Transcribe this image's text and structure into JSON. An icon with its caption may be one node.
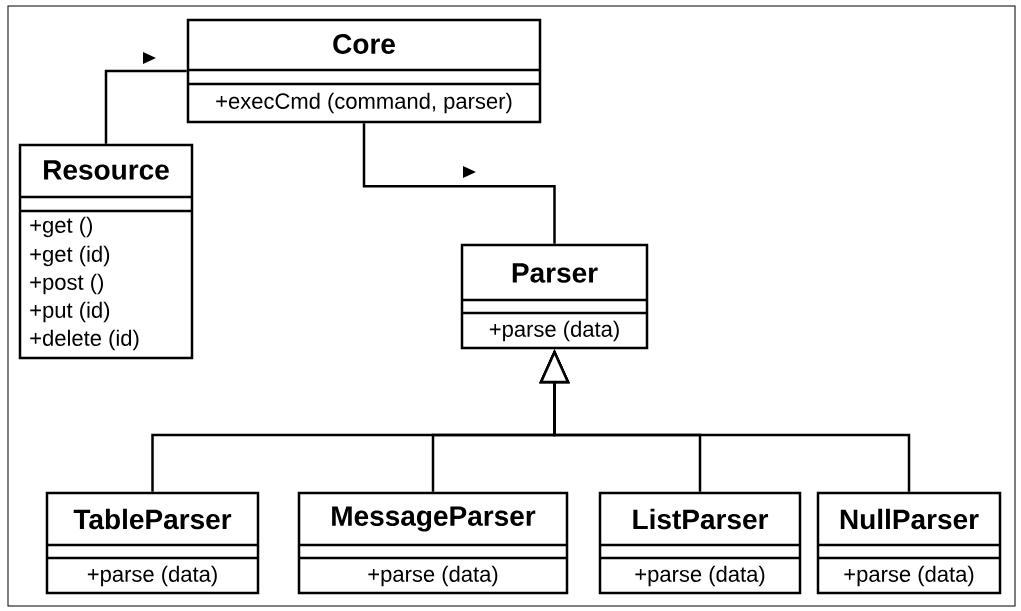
{
  "diagram": {
    "nodes": [
      {
        "text": [
          "Core",
          "+execCmd (command, parser)"
        ]
      },
      {
        "text": [
          "Resource",
          "+get ()",
          "+get (id)",
          "+post ()",
          "+put (id)",
          "+delete (id)"
        ]
      },
      {
        "text": [
          "Parser",
          "+parse (data)"
        ]
      },
      {
        "text": [
          "TableParser",
          "+parse (data)"
        ]
      },
      {
        "text": [
          "MessageParser",
          "+parse (data)"
        ]
      },
      {
        "text": [
          "ListParser",
          "+parse (data)"
        ]
      },
      {
        "text": [
          "NullParser",
          "+parse (data)"
        ]
      }
    ],
    "edges": [
      {
        "from": 1,
        "to": 0,
        "arrow": "none"
      },
      {
        "from": 0,
        "to": 2,
        "arrow": "none"
      },
      {
        "from": 3,
        "to": 2,
        "arrow": "to"
      },
      {
        "from": 4,
        "to": 2,
        "arrow": "to"
      },
      {
        "from": 5,
        "to": 2,
        "arrow": "to"
      },
      {
        "from": 6,
        "to": 2,
        "arrow": "to"
      }
    ]
  }
}
